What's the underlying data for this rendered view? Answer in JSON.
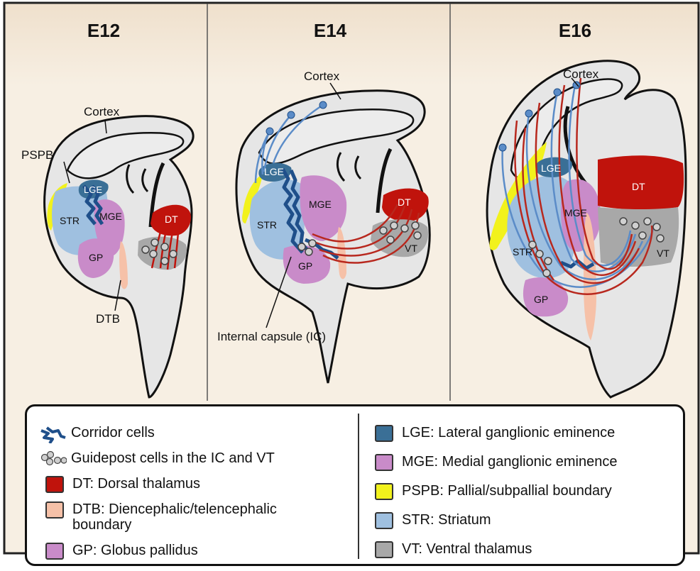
{
  "panels": [
    {
      "title": "E12"
    },
    {
      "title": "E14"
    },
    {
      "title": "E16"
    }
  ],
  "labels": {
    "e12": {
      "cortex": "Cortex",
      "pspb": "PSPB",
      "lge": "LGE",
      "mge": "MGE",
      "str": "STR",
      "gp": "GP",
      "dt": "DT",
      "dtb": "DTB"
    },
    "e14": {
      "cortex": "Cortex",
      "lge": "LGE",
      "mge": "MGE",
      "str": "STR",
      "gp": "GP",
      "dt": "DT",
      "vt": "VT",
      "ic": "Internal capsule (IC)"
    },
    "e16": {
      "cortex": "Cortex",
      "lge": "LGE",
      "mge": "MGE",
      "str": "STR",
      "gp": "GP",
      "dt": "DT",
      "vt": "VT"
    }
  },
  "legend": {
    "left": [
      {
        "icon": "corridor-cells-icon",
        "text": "Corridor cells"
      },
      {
        "icon": "guidepost-cells-icon",
        "text": "Guidepost cells in the IC and VT"
      },
      {
        "icon": "swatch",
        "color": "#c0130c",
        "text": "DT: Dorsal thalamus"
      },
      {
        "icon": "swatch",
        "color": "#f6c1a8",
        "text": "DTB: Diencephalic/telencephalic",
        "text2": "boundary"
      },
      {
        "icon": "swatch",
        "color": "#c98bc9",
        "text": "GP: Globus pallidus"
      }
    ],
    "right": [
      {
        "icon": "swatch",
        "color": "#3a6f96",
        "text": "LGE: Lateral ganglionic eminence"
      },
      {
        "icon": "swatch",
        "color": "#c98bc9",
        "text": "MGE: Medial ganglionic eminence"
      },
      {
        "icon": "swatch",
        "color": "#f2f21c",
        "text": "PSPB: Pallial/subpallial boundary"
      },
      {
        "icon": "swatch",
        "color": "#9fc0e0",
        "text": "STR: Striatum"
      },
      {
        "icon": "swatch",
        "color": "#a8a8a8",
        "text": "VT: Ventral thalamus"
      }
    ]
  },
  "colors": {
    "background": "#f4e8d8",
    "tissue": "#e6e6e6",
    "dt": "#c0130c",
    "vt": "#a8a8a8",
    "str": "#9fc0e0",
    "mge": "#c98bc9",
    "lge": "#3a6f96",
    "pspb": "#f2f21c",
    "dtb": "#f6c1a8",
    "axon_blue": "#5b8cc8",
    "axon_red": "#b8281e"
  }
}
